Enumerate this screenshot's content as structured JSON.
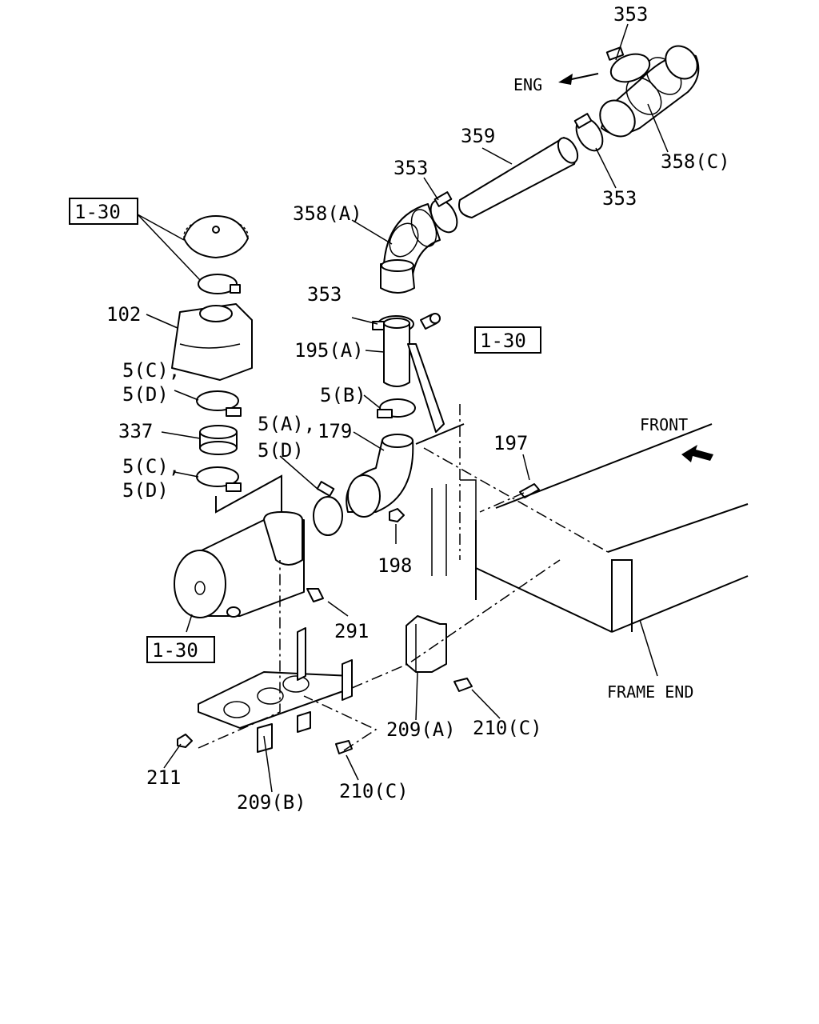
{
  "labels": {
    "p353_top": "353",
    "eng": "ENG",
    "p359": "359",
    "p353_mid": "353",
    "p358c": "358(C)",
    "p353_right": "353",
    "p358a": "358(A)",
    "ref_130_top": "1-30",
    "p353_lower": "353",
    "p102": "102",
    "ref_130_mid": "1-30",
    "p195a": "195(A)",
    "p5c_top": "5(C),",
    "p5d_top": "5(D)",
    "p5b": "5(B)",
    "front": "FRONT",
    "p337": "337",
    "p5a": "5(A),",
    "p179": "179",
    "p197": "197",
    "p5d_mid": "5(D)",
    "p5c_low": "5(C),",
    "p5d_low": "5(D)",
    "p198": "198",
    "p291": "291",
    "ref_130_low": "1-30",
    "frame_end": "FRAME END",
    "p209a": "209(A)",
    "p210c_right": "210(C)",
    "p211": "211",
    "p210c_low": "210(C)",
    "p209b": "209(B)"
  }
}
